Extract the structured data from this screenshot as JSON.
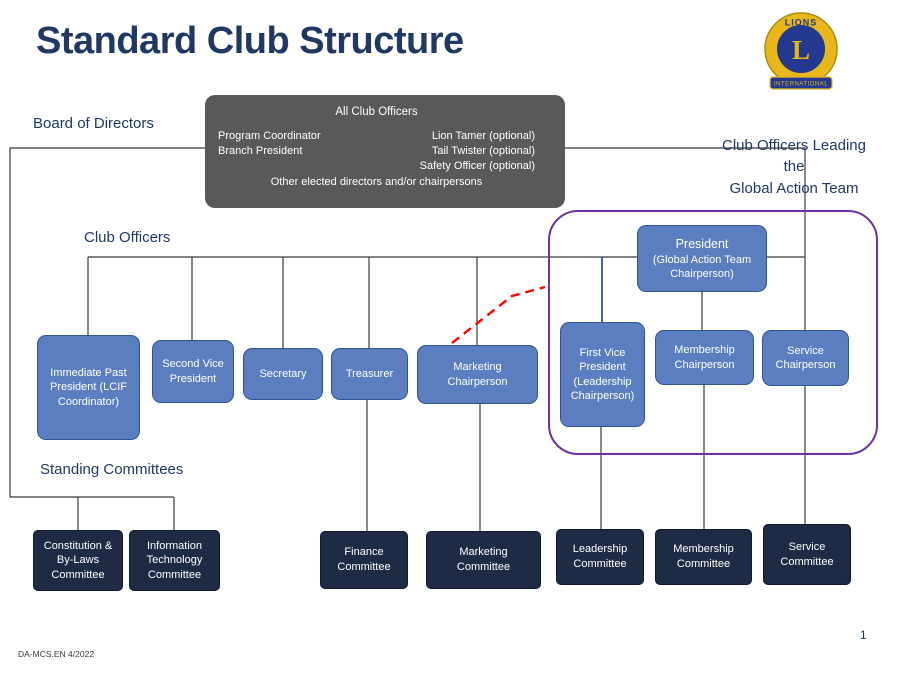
{
  "page": {
    "title": "Standard Club Structure",
    "footer_code": "DA-MCS.EN 4/2022",
    "page_number": "1"
  },
  "labels": {
    "board_of_directors": "Board of Directors",
    "club_officers": "Club Officers",
    "gat_line1": "Club Officers Leading",
    "gat_line2": "the",
    "gat_line3": "Global Action Team",
    "standing_committees": "Standing Committees"
  },
  "logo": {
    "top_text": "LIONS",
    "letter": "L",
    "bottom_text": "INTERNATIONAL"
  },
  "all_club_officers": {
    "title": "All Club Officers",
    "left_items": [
      "Program Coordinator",
      "Branch President"
    ],
    "right_items": [
      "Lion Tamer (optional)",
      "Tail Twister (optional)",
      "Safety Officer (optional)"
    ],
    "footer": "Other elected directors and/or chairpersons"
  },
  "officers": {
    "immediate_past_president": "Immediate Past President (LCIF Coordinator)",
    "second_vice_president": "Second Vice President",
    "secretary": "Secretary",
    "treasurer": "Treasurer",
    "marketing_chairperson": "Marketing Chairperson",
    "first_vice_president": "First Vice President (Leadership Chairperson)",
    "president_name": "President",
    "president_sub": "(Global Action Team Chairperson)",
    "membership_chairperson": "Membership Chairperson",
    "service_chairperson": "Service Chairperson"
  },
  "committees": {
    "constitution": "Constitution & By-Laws Committee",
    "information_technology": "Information Technology Committee",
    "finance": "Finance Committee",
    "marketing": "Marketing Committee",
    "leadership": "Leadership Committee",
    "membership": "Membership Committee",
    "service": "Service Committee"
  },
  "colors": {
    "title_text": "#1F3864",
    "officer_box_fill": "#5B7EC0",
    "officer_box_border": "#2F5597",
    "committee_box_fill": "#1F2A44",
    "gray_box_fill": "#595959",
    "gat_outline": "#7030A0",
    "connector": "#3b3b3b",
    "red_dashed": "#FF0000",
    "logo_gold": "#E8B71A",
    "logo_blue": "#24388F"
  }
}
